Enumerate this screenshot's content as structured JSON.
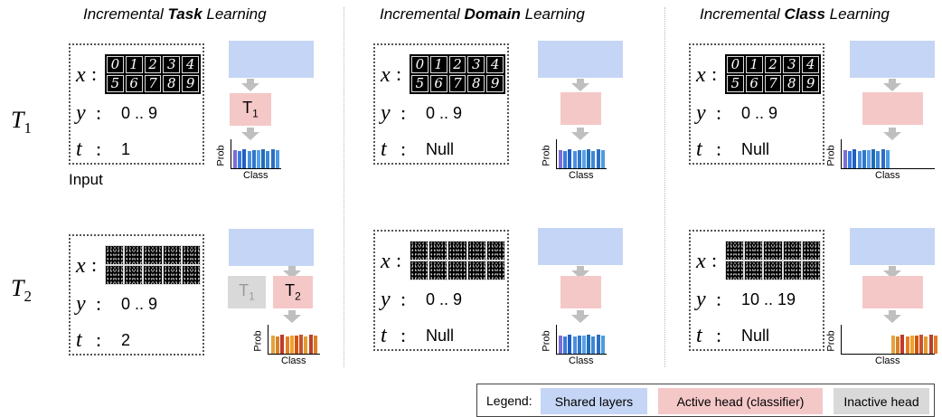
{
  "titles": [
    {
      "pre": "Incremental ",
      "bold": "Task",
      "post": " Learning"
    },
    {
      "pre": "Incremental ",
      "bold": "Domain",
      "post": " Learning"
    },
    {
      "pre": "Incremental ",
      "bold": "Class",
      "post": " Learning"
    }
  ],
  "rows": [
    {
      "base": "T",
      "sub": "1"
    },
    {
      "base": "T",
      "sub": "2"
    }
  ],
  "vars": {
    "x": "x",
    "y": "y",
    "t": "t",
    "colon": ":"
  },
  "digits": [
    "0",
    "1",
    "2",
    "3",
    "4",
    "5",
    "6",
    "7",
    "8",
    "9"
  ],
  "inputs": {
    "r1": [
      {
        "y": "0 .. 9",
        "t": "1"
      },
      {
        "y": "0 .. 9",
        "t": "Null"
      },
      {
        "y": "0 .. 9",
        "t": "Null"
      }
    ],
    "r2": [
      {
        "y": "0 .. 9",
        "t": "2"
      },
      {
        "y": "0 .. 9",
        "t": "Null"
      },
      {
        "y": "10 .. 19",
        "t": "Null"
      }
    ]
  },
  "input_label": "Input",
  "heads": {
    "base": "T",
    "sub1": "1",
    "sub2": "2"
  },
  "plot": {
    "ylabel": "Prob",
    "xlabel": "Class"
  },
  "bar_colors": {
    "blue_set": [
      "#7b6fd4",
      "#3a7be0",
      "#1f5fc4",
      "#4a90e2",
      "#2f77c9",
      "#5aa0e8",
      "#1e6fb8",
      "#3f86d6",
      "#2d6ec4",
      "#4d9be0"
    ],
    "orange_set": [
      "#e6a23c",
      "#d9822b",
      "#c0392b",
      "#e67e22",
      "#f0a030",
      "#d35400",
      "#c8502d",
      "#e39b30",
      "#b8402a",
      "#e07b26"
    ]
  },
  "legend": {
    "label": "Legend:",
    "shared": "Shared layers",
    "active": "Active head (classifier)",
    "inactive": "Inactive head",
    "colors": {
      "shared": "#c5d5f5",
      "active": "#f5c8c8",
      "inactive": "#d9d9d9"
    }
  }
}
